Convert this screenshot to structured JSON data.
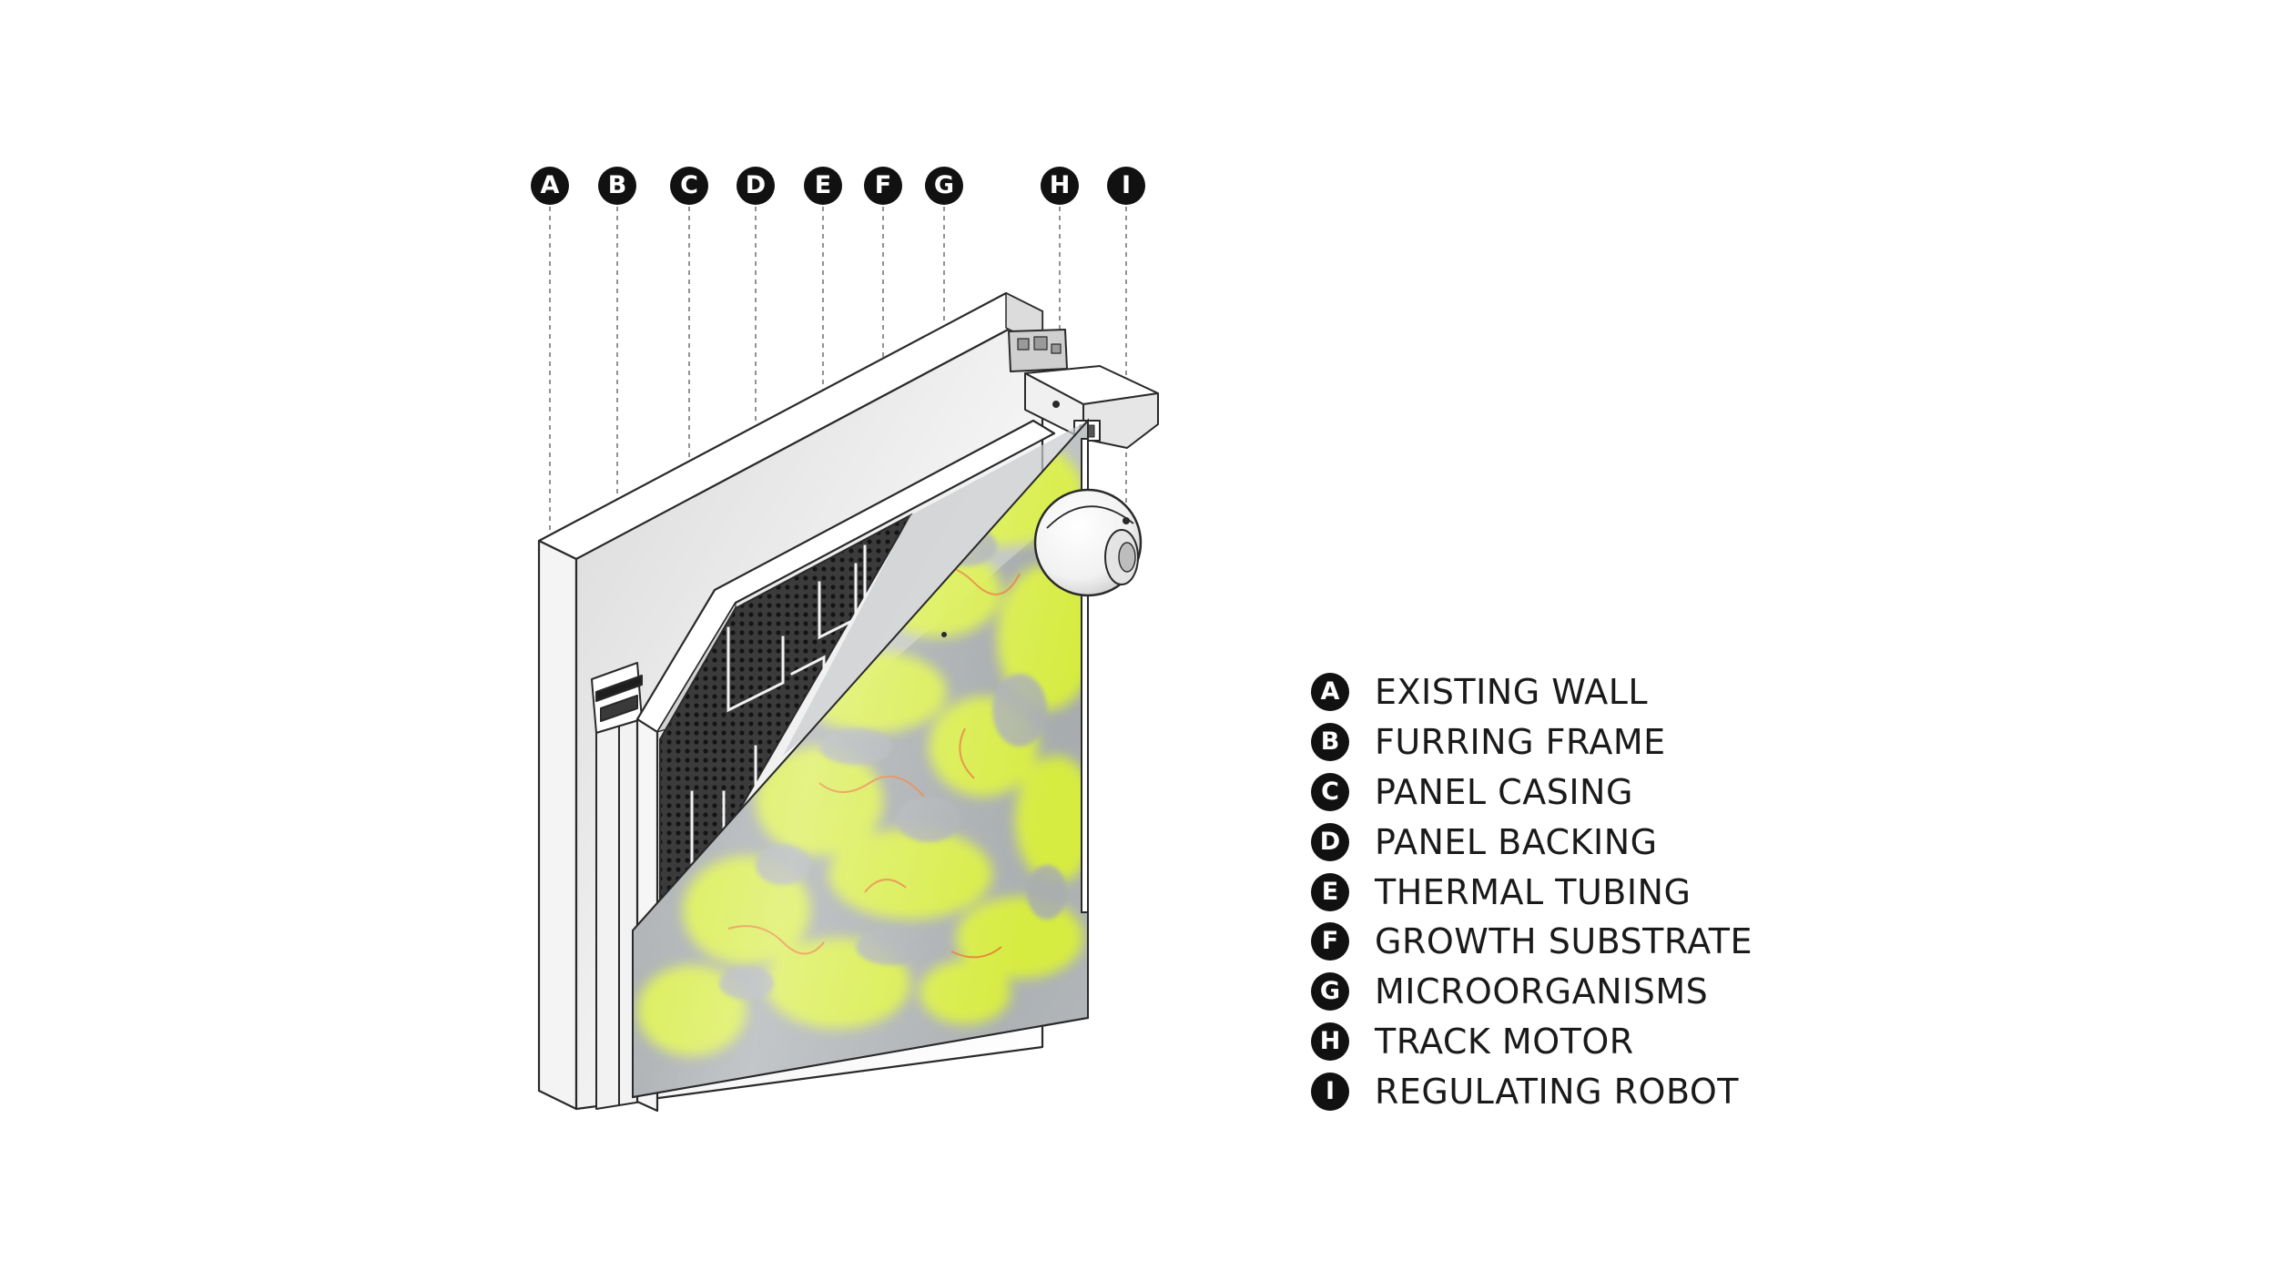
{
  "markers": [
    "A",
    "B",
    "C",
    "D",
    "E",
    "F",
    "G",
    "H",
    "I"
  ],
  "legend": [
    {
      "letter": "A",
      "label": "EXISTING WALL"
    },
    {
      "letter": "B",
      "label": "FURRING FRAME"
    },
    {
      "letter": "C",
      "label": "PANEL CASING"
    },
    {
      "letter": "D",
      "label": "PANEL BACKING"
    },
    {
      "letter": "E",
      "label": "THERMAL TUBING"
    },
    {
      "letter": "F",
      "label": "GROWTH SUBSTRATE"
    },
    {
      "letter": "G",
      "label": "MICROORGANISMS"
    },
    {
      "letter": "H",
      "label": "TRACK MOTOR"
    },
    {
      "letter": "I",
      "label": "REGULATING ROBOT"
    }
  ],
  "colors": {
    "marker_fill": "#111111",
    "microorganism_yellow": "#d9f03a",
    "microorganism_orange": "#e8762a",
    "substrate_gray": "#a9adb0"
  }
}
